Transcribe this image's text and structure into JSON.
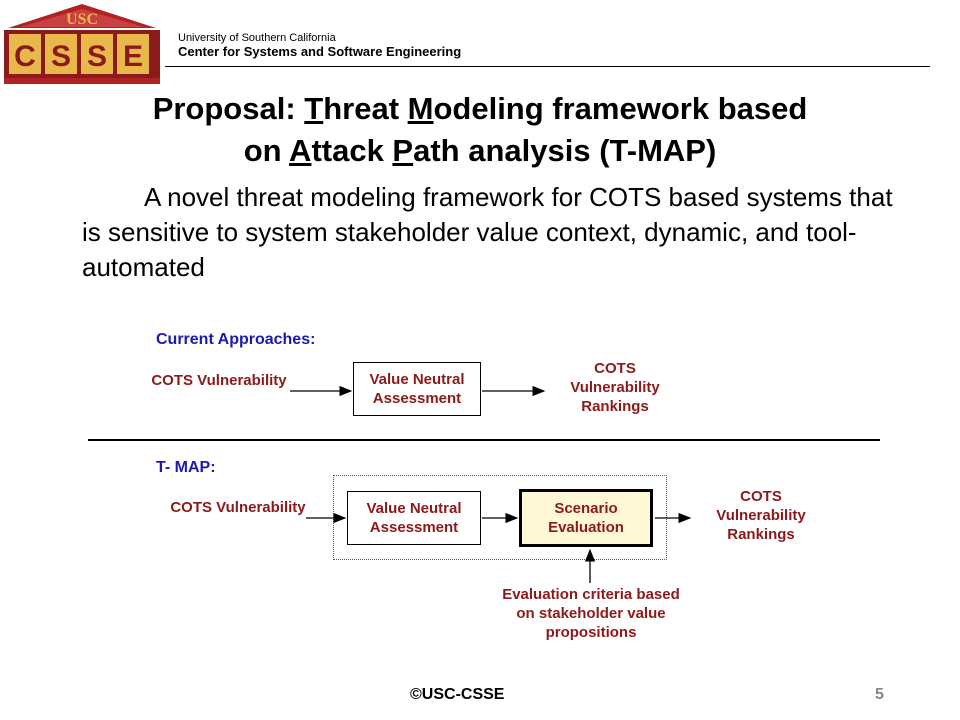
{
  "header": {
    "logo_top_text": "USC",
    "logo_letters": [
      "C",
      "S",
      "S",
      "E"
    ],
    "university": "University of Southern California",
    "center": "Center for Systems and Software Engineering"
  },
  "slide": {
    "title_parts": [
      {
        "text": "Proposal: ",
        "u": false
      },
      {
        "text": "T",
        "u": true
      },
      {
        "text": "hreat ",
        "u": false
      },
      {
        "text": "M",
        "u": true
      },
      {
        "text": "odeling framework based",
        "u": false
      },
      {
        "text": "on ",
        "u": false
      },
      {
        "text": "A",
        "u": true
      },
      {
        "text": "ttack ",
        "u": false
      },
      {
        "text": "P",
        "u": true
      },
      {
        "text": "ath analysis (T-MAP)",
        "u": false
      }
    ],
    "intro": "A novel threat modeling framework for COTS based systems that is sensitive to system stakeholder value context, dynamic, and tool-automated"
  },
  "diagram": {
    "current": {
      "label": "Current Approaches:",
      "input": "COTS Vulnerability",
      "process": "Value Neutral Assessment",
      "output": "COTS Vulnerability Rankings"
    },
    "tmap": {
      "label": "T- MAP:",
      "input": "COTS Vulnerability",
      "process1": "Value Neutral Assessment",
      "process2": "Scenario Evaluation",
      "output": "COTS Vulnerability Rankings",
      "criteria": "Evaluation criteria based on stakeholder value propositions"
    }
  },
  "footer": {
    "copyright": "©USC-CSSE",
    "page": "5"
  },
  "colors": {
    "label_blue": "#1a1ab0",
    "node_red": "#8b1a1a",
    "logo_red": "#b22222",
    "logo_gold": "#e8b84a",
    "scenario_fill": "#fff8d6"
  }
}
